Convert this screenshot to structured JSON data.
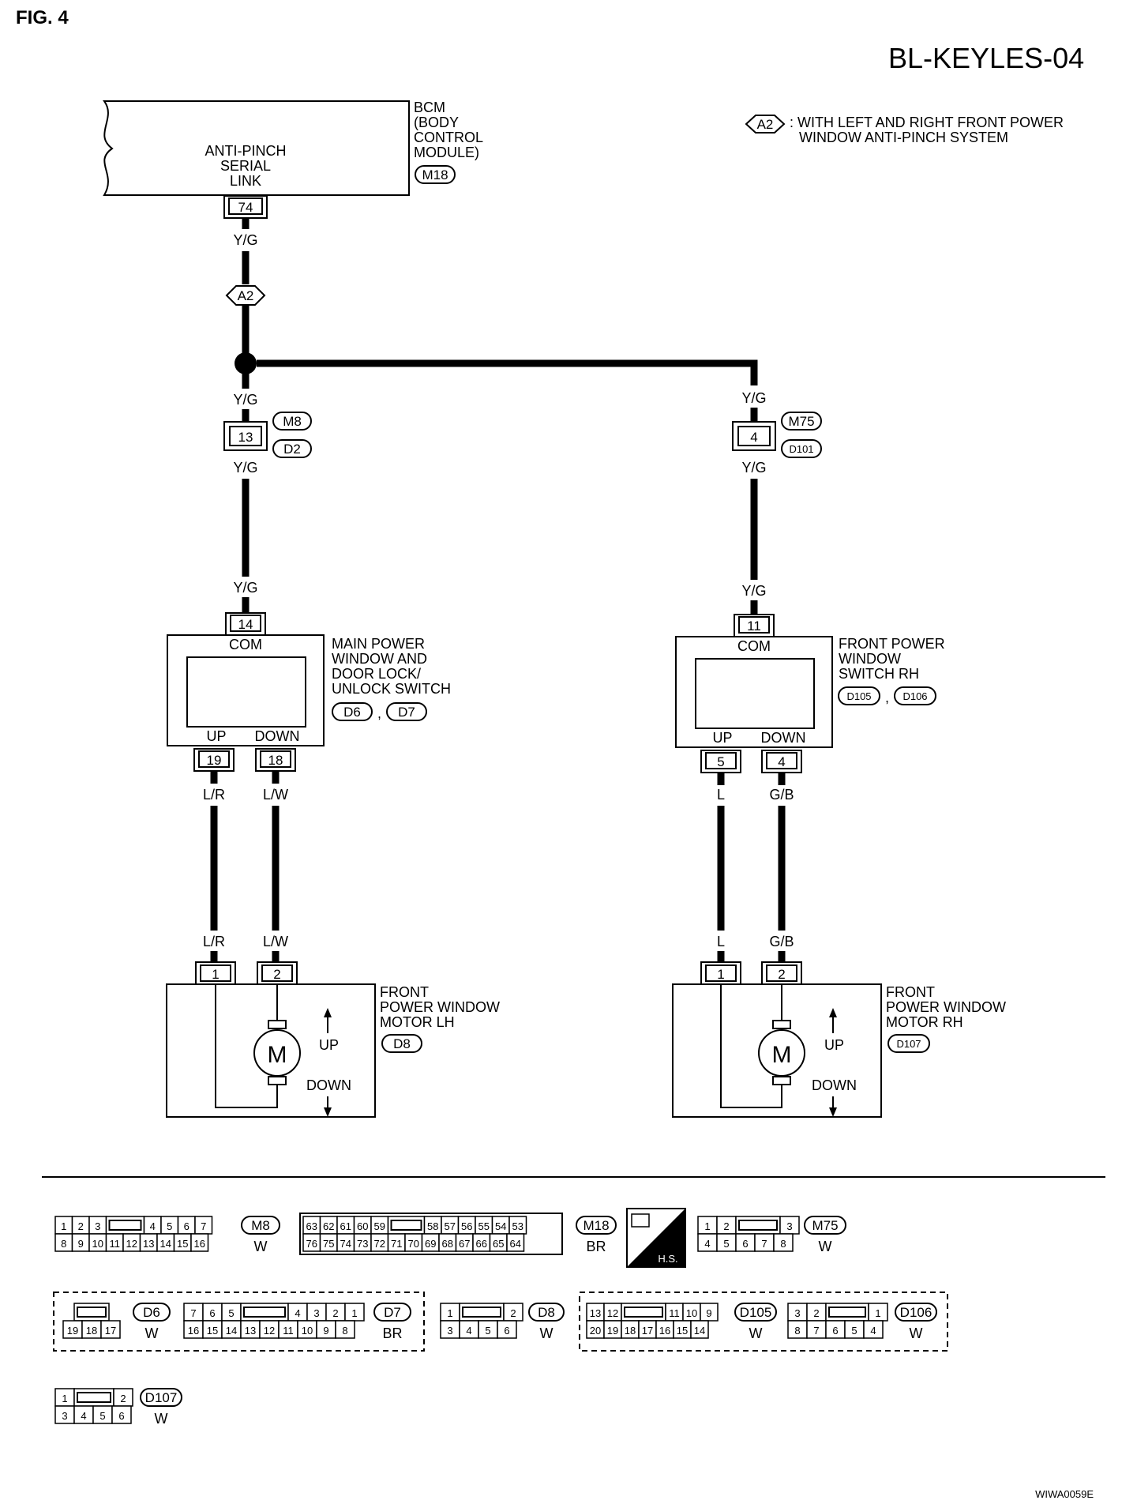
{
  "header": {
    "fig_label": "FIG. 4",
    "diagram_id": "BL-KEYLES-04",
    "footer_code": "WIWA0059E"
  },
  "legend": {
    "tag": "A2",
    "text_line1": ": WITH LEFT AND RIGHT FRONT POWER",
    "text_line2": "WINDOW ANTI-PINCH SYSTEM"
  },
  "bcm": {
    "label_lines": [
      "BCM",
      "(BODY",
      "CONTROL",
      "MODULE)"
    ],
    "connector": "M18",
    "inner_lines": [
      "ANTI-PINCH",
      "SERIAL",
      "LINK"
    ],
    "pin": "74",
    "wire": "Y/G"
  },
  "splice_tag": "A2",
  "left_branch": {
    "wire_top": "Y/G",
    "pin": "13",
    "connector_top": "M8",
    "connector_bottom": "D2",
    "wire_bottom": "Y/G",
    "wire_switch": "Y/G"
  },
  "right_branch": {
    "wire_top": "Y/G",
    "pin": "4",
    "connector_top": "M75",
    "connector_bottom": "D101",
    "wire_bottom": "Y/G",
    "wire_switch": "Y/G"
  },
  "main_switch": {
    "label_lines": [
      "MAIN POWER",
      "WINDOW AND",
      "DOOR LOCK/",
      "UNLOCK SWITCH"
    ],
    "conn1": "D6",
    "conn2": "D7",
    "sep": ",",
    "com_pin": "14",
    "com_label": "COM",
    "up_label": "UP",
    "down_label": "DOWN",
    "up_pin": "19",
    "down_pin": "18",
    "up_wire": "L/R",
    "down_wire": "L/W"
  },
  "rh_switch": {
    "label_lines": [
      "FRONT POWER",
      "WINDOW",
      "SWITCH RH"
    ],
    "conn1": "D105",
    "conn2": "D106",
    "sep": ",",
    "com_pin": "11",
    "com_label": "COM",
    "up_label": "UP",
    "down_label": "DOWN",
    "up_pin": "5",
    "down_pin": "4",
    "up_wire": "L",
    "down_wire": "G/B"
  },
  "motor_lh": {
    "label_lines": [
      "FRONT",
      "POWER WINDOW",
      "MOTOR LH"
    ],
    "connector": "D8",
    "pin1": "1",
    "pin2": "2",
    "wire1": "L/R",
    "wire2": "L/W",
    "symbol": "M",
    "up_label": "UP",
    "down_label": "DOWN"
  },
  "motor_rh": {
    "label_lines": [
      "FRONT",
      "POWER WINDOW",
      "MOTOR RH"
    ],
    "connector": "D107",
    "pin1": "1",
    "pin2": "2",
    "wire1": "L",
    "wire2": "G/B",
    "symbol": "M",
    "up_label": "UP",
    "down_label": "DOWN"
  },
  "connector_views": {
    "m8": {
      "tag": "M8",
      "color": "W",
      "row1a": [
        "1",
        "2",
        "3"
      ],
      "row1b": [
        "4",
        "5",
        "6",
        "7"
      ],
      "row2": [
        "8",
        "9",
        "10",
        "11",
        "12",
        "13",
        "14",
        "15",
        "16"
      ]
    },
    "m18": {
      "tag": "M18",
      "color": "BR",
      "row1a": [
        "63",
        "62",
        "61",
        "60",
        "59"
      ],
      "row1b": [
        "58",
        "57",
        "56",
        "55",
        "54",
        "53"
      ],
      "row2": [
        "76",
        "75",
        "74",
        "73",
        "72",
        "71",
        "70",
        "69",
        "68",
        "67",
        "66",
        "65",
        "64"
      ]
    },
    "hs": {
      "text": "H.S."
    },
    "m75": {
      "tag": "M75",
      "color": "W",
      "row1a": [
        "1",
        "2"
      ],
      "row1b": [
        "3"
      ],
      "row2": [
        "4",
        "5",
        "6",
        "7",
        "8"
      ]
    },
    "d6": {
      "tag": "D6",
      "color": "W",
      "row2": [
        "19",
        "18",
        "17"
      ]
    },
    "d7": {
      "tag": "D7",
      "color": "BR",
      "row1a": [
        "7",
        "6",
        "5"
      ],
      "row1b": [
        "4",
        "3",
        "2",
        "1"
      ],
      "row2": [
        "16",
        "15",
        "14",
        "13",
        "12",
        "11",
        "10",
        "9",
        "8"
      ]
    },
    "d8": {
      "tag": "D8",
      "color": "W",
      "row1a": [
        "1"
      ],
      "row1b": [
        "2"
      ],
      "row2": [
        "3",
        "4",
        "5",
        "6"
      ]
    },
    "d105": {
      "tag": "D105",
      "color": "W",
      "row1a": [
        "13",
        "12"
      ],
      "row1b": [
        "11",
        "10",
        "9"
      ],
      "row2": [
        "20",
        "19",
        "18",
        "17",
        "16",
        "15",
        "14"
      ]
    },
    "d106": {
      "tag": "D106",
      "color": "W",
      "row1a": [
        "3",
        "2"
      ],
      "row1b": [
        "1"
      ],
      "row2": [
        "8",
        "7",
        "6",
        "5",
        "4"
      ]
    },
    "d107": {
      "tag": "D107",
      "color": "W",
      "row1a": [
        "1"
      ],
      "row1b": [
        "2"
      ],
      "row2": [
        "3",
        "4",
        "5",
        "6"
      ]
    }
  }
}
